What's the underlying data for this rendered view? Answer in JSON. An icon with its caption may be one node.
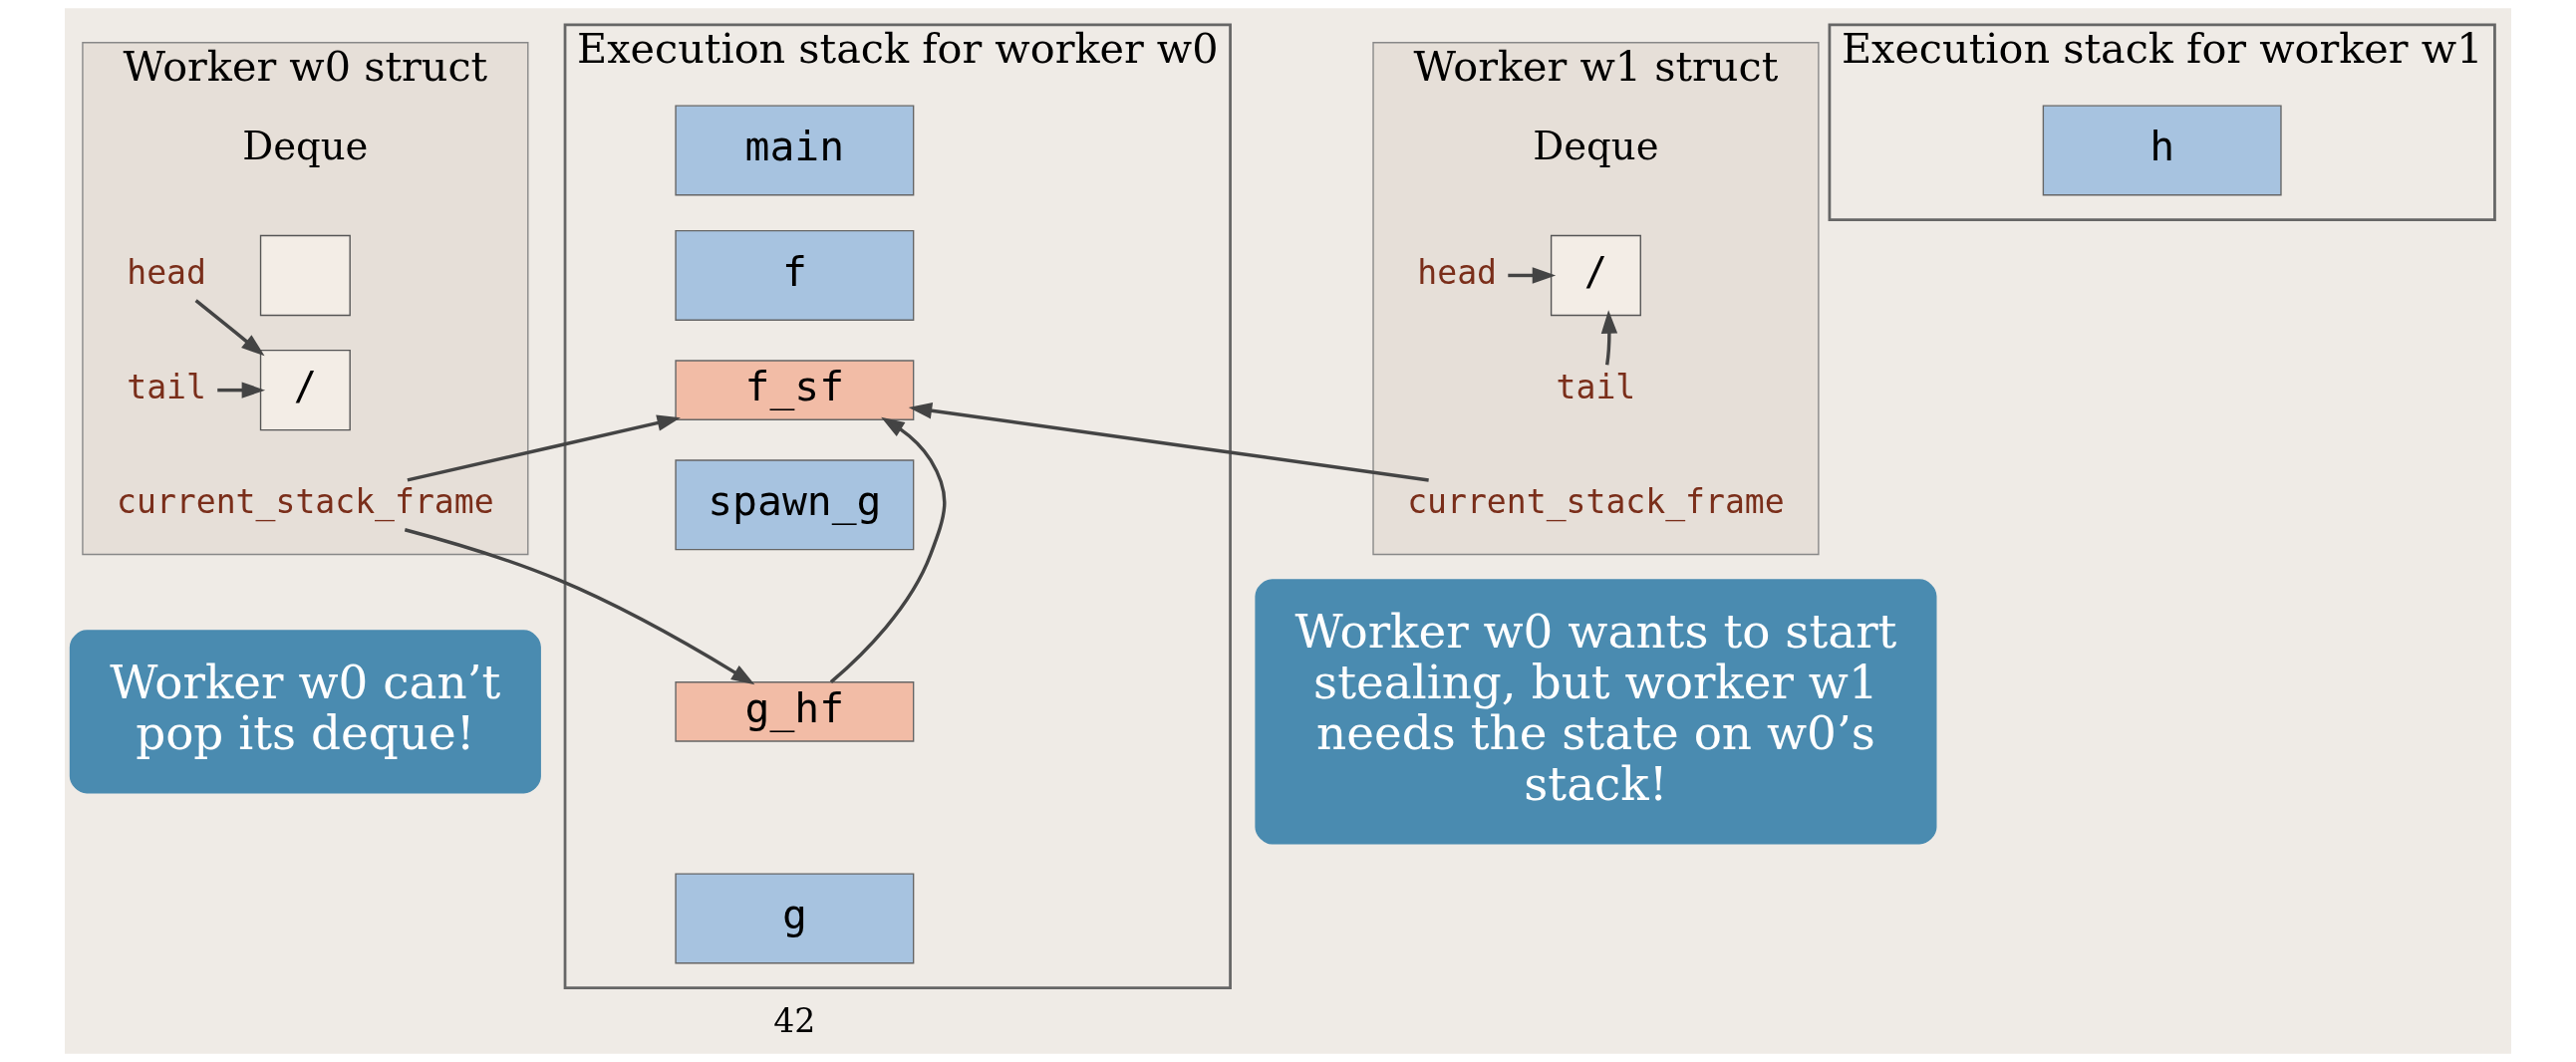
{
  "diagram": {
    "nodes": [
      {
        "text": [
          "Worker w0 struct"
        ]
      },
      {
        "text": [],
        "shape": "box",
        "in": 0
      },
      {
        "text": [
          "/"
        ],
        "in": 0
      },
      {
        "text": [
          "head"
        ],
        "in": 0
      },
      {
        "text": [
          "tail"
        ],
        "in": 0
      },
      {
        "text": [
          "current_stack_frame"
        ],
        "in": 0
      },
      {
        "text": [
          "Execution stack for worker w0"
        ]
      },
      {
        "text": [
          "main"
        ],
        "in": 6
      },
      {
        "text": [
          "f"
        ],
        "in": 6
      },
      {
        "text": [
          "f_sf"
        ],
        "in": 6
      },
      {
        "text": [
          "spawn_g"
        ],
        "in": 6
      },
      {
        "text": [
          "g_hf"
        ],
        "in": 6
      },
      {
        "text": [
          "g"
        ],
        "in": 6
      },
      {
        "text": [
          "Worker w1 struct"
        ]
      },
      {
        "text": [
          "/"
        ],
        "in": 13
      },
      {
        "text": [
          "head"
        ],
        "in": 13
      },
      {
        "text": [
          "tail"
        ],
        "in": 13
      },
      {
        "text": [
          "current_stack_frame"
        ],
        "in": 13
      },
      {
        "text": [
          "Execution stack for worker w1"
        ]
      },
      {
        "text": [
          "h"
        ],
        "in": 18
      },
      {
        "text": [
          "Worker w0 can’t pop its deque!"
        ]
      },
      {
        "text": [
          "Worker w0 wants to start stealing, but worker w1 needs the state on w0’s stack!"
        ]
      }
    ],
    "edges": [
      {
        "from": 3,
        "to": 2,
        "arrow": "to"
      },
      {
        "from": 4,
        "to": 2,
        "arrow": "to"
      },
      {
        "from": 5,
        "to": 9,
        "arrow": "to"
      },
      {
        "from": 5,
        "to": 11,
        "arrow": "to"
      },
      {
        "from": 11,
        "to": 9,
        "arrow": "to"
      },
      {
        "from": 15,
        "to": 14,
        "arrow": "to"
      },
      {
        "from": 16,
        "to": 14,
        "arrow": "to"
      },
      {
        "from": 17,
        "to": 9,
        "arrow": "to"
      }
    ],
    "labels": [
      "Deque",
      "Deque",
      "42"
    ]
  }
}
